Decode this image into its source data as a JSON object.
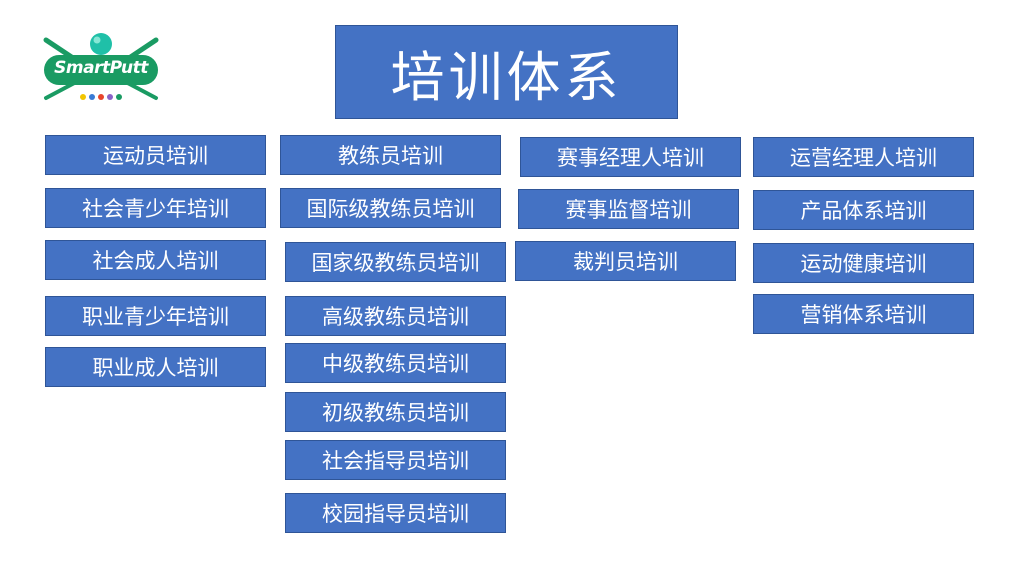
{
  "logo": {
    "text": "SmartPutt",
    "brand_color": "#1a9b63",
    "ball_color": "#1fc0a8",
    "dot_colors": [
      "#f2c500",
      "#3a7bd5",
      "#e8452c",
      "#8a63c7",
      "#1a9b63"
    ]
  },
  "title": "培训体系",
  "colors": {
    "box_fill": "#4472c4",
    "box_border": "#2f5597",
    "box_text": "#ffffff"
  },
  "columns": [
    {
      "items": [
        "运动员培训",
        "社会青少年培训",
        "社会成人培训",
        "职业青少年培训",
        "职业成人培训"
      ]
    },
    {
      "items": [
        "教练员培训",
        "国际级教练员培训",
        "国家级教练员培训",
        "高级教练员培训",
        "中级教练员培训",
        "初级教练员培训",
        "社会指导员培训",
        "校园指导员培训"
      ]
    },
    {
      "items": [
        "赛事经理人培训",
        "赛事监督培训",
        "裁判员培训"
      ]
    },
    {
      "items": [
        "运营经理人培训",
        "产品体系培训",
        "运动健康培训",
        "营销体系培训"
      ]
    }
  ]
}
